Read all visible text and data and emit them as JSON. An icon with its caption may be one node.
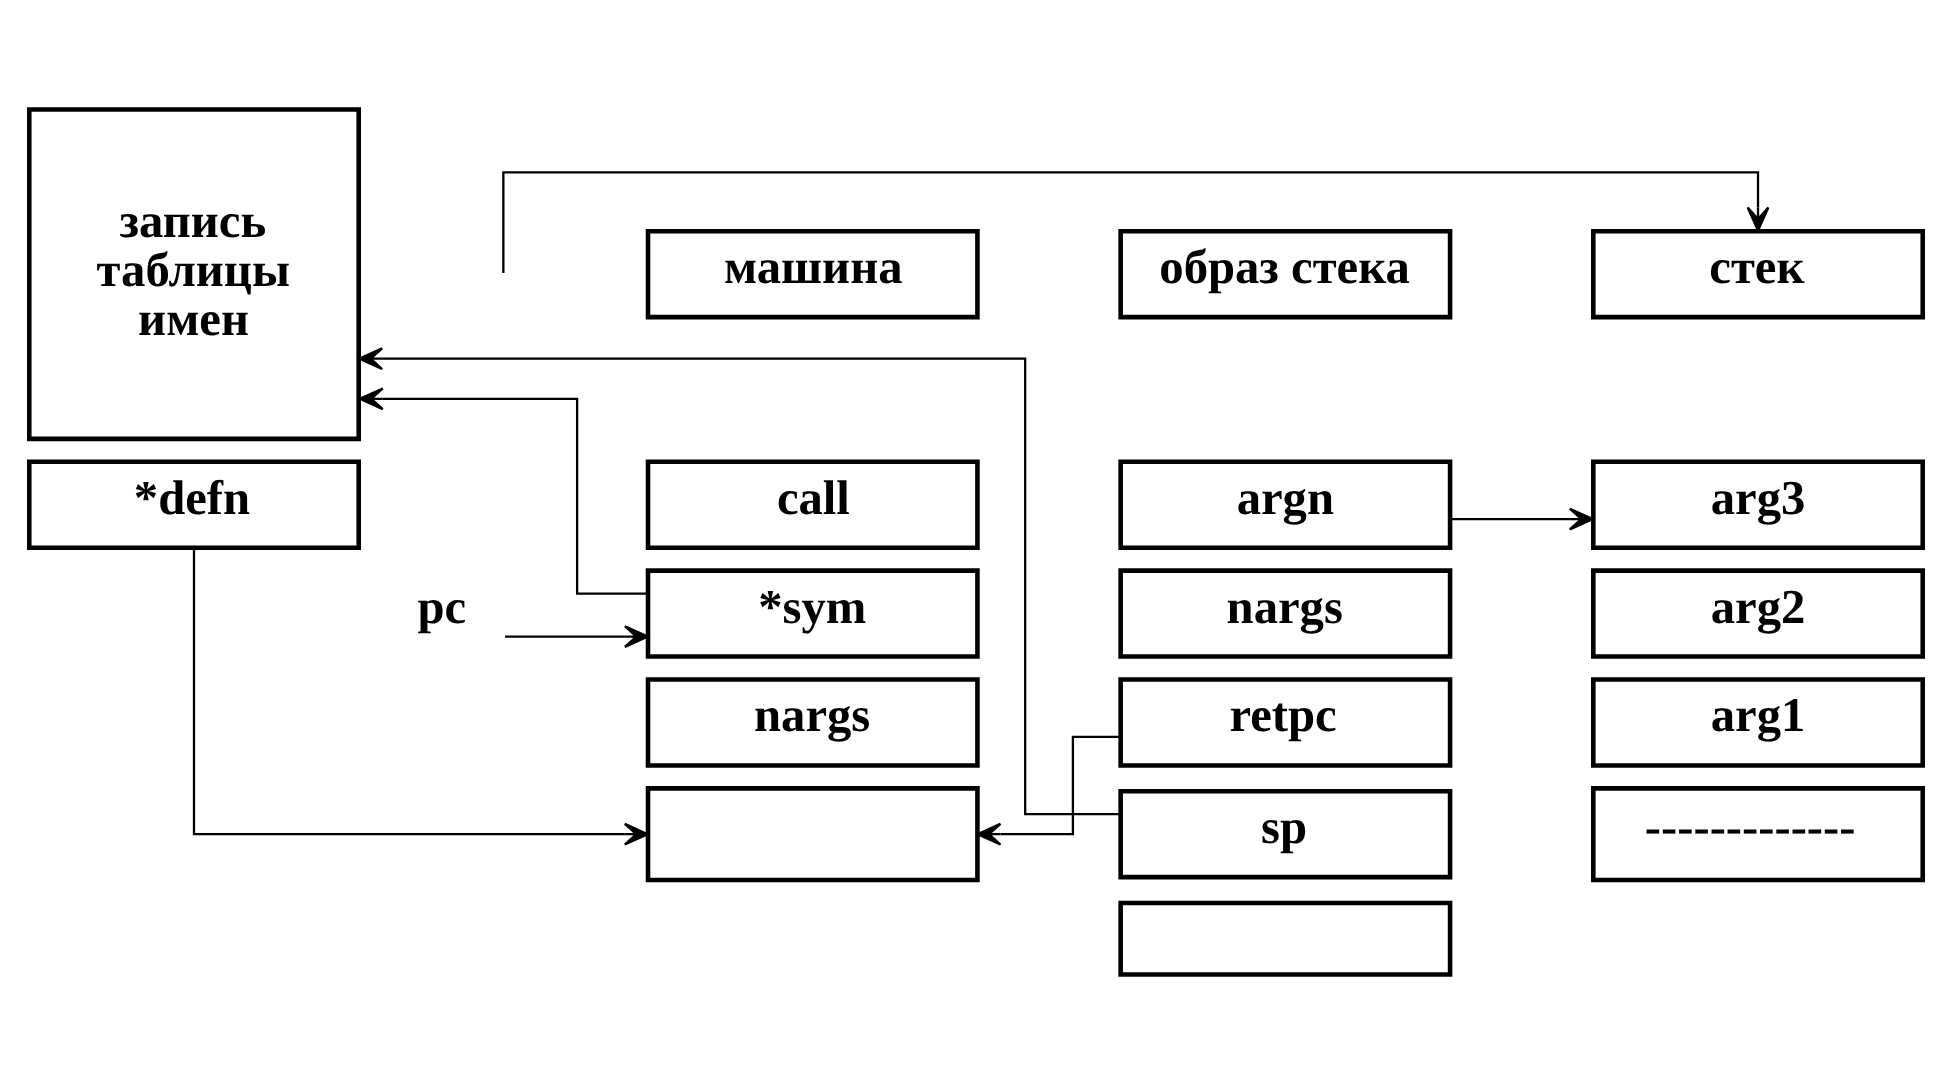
{
  "diagram": {
    "nodes": [
      {
        "text": [
          "pc"
        ]
      },
      {
        "text": [
          "машина"
        ]
      },
      {
        "text": [
          "call"
        ]
      },
      {
        "text": [
          "*sym"
        ]
      },
      {
        "text": [
          "nargs"
        ]
      },
      {
        "text": [],
        "shape": "box"
      },
      {
        "text": [
          "образ стека"
        ]
      },
      {
        "text": [
          "argn"
        ]
      },
      {
        "text": [
          "nargs"
        ]
      },
      {
        "text": [
          "retpc"
        ]
      },
      {
        "text": [
          "sp"
        ]
      },
      {
        "text": [],
        "shape": "box"
      },
      {
        "text": [
          "стек"
        ]
      },
      {
        "text": [
          "arg3"
        ]
      },
      {
        "text": [
          "arg2"
        ]
      },
      {
        "text": [
          "arg1"
        ]
      },
      {
        "text": [
          "-------------"
        ]
      },
      {
        "text": [
          "запись таблицы имен"
        ]
      },
      {
        "text": [
          "*defn"
        ]
      }
    ],
    "edges": [
      {
        "from": 0,
        "to": 3,
        "arrow": "to"
      },
      {
        "from": 3,
        "to": 17,
        "arrow": "to"
      },
      {
        "from": 7,
        "to": 13,
        "arrow": "to"
      },
      {
        "from": 9,
        "to": 5,
        "arrow": "to"
      },
      {
        "from": 10,
        "to": 17,
        "arrow": "to"
      },
      {
        "from": 18,
        "to": 5,
        "arrow": "to"
      },
      {
        "from": null,
        "to": 12,
        "arrow": "to"
      }
    ]
  }
}
